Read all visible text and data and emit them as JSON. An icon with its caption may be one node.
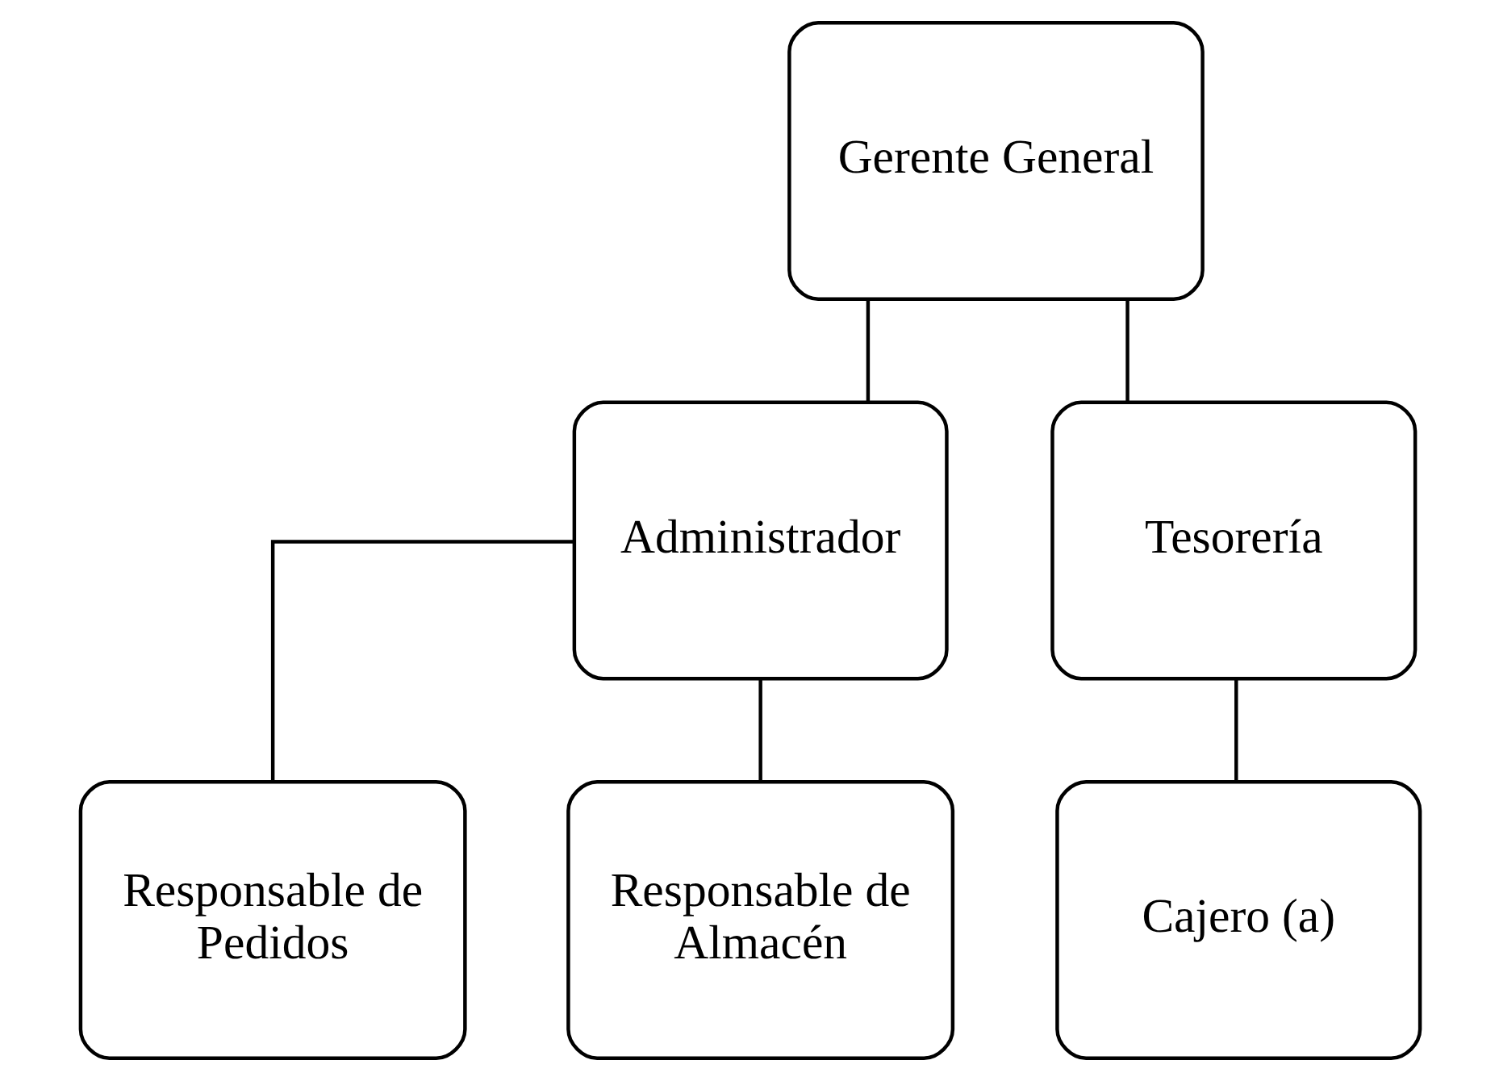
{
  "diagram": {
    "nodes": [
      {
        "text": [
          "Gerente General"
        ]
      },
      {
        "text": [
          "Administrador"
        ]
      },
      {
        "text": [
          "Tesorería"
        ]
      },
      {
        "text": [
          "Responsable de Pedidos"
        ]
      },
      {
        "text": [
          "Responsable de Almacén"
        ]
      },
      {
        "text": [
          "Cajero (a)"
        ]
      }
    ],
    "edges": [
      {
        "from": 0,
        "to": 1,
        "arrow": "none"
      },
      {
        "from": 0,
        "to": 2,
        "arrow": "none"
      },
      {
        "from": 1,
        "to": 3,
        "arrow": "none"
      },
      {
        "from": 1,
        "to": 4,
        "arrow": "none"
      },
      {
        "from": 2,
        "to": 5,
        "arrow": "none"
      }
    ]
  }
}
